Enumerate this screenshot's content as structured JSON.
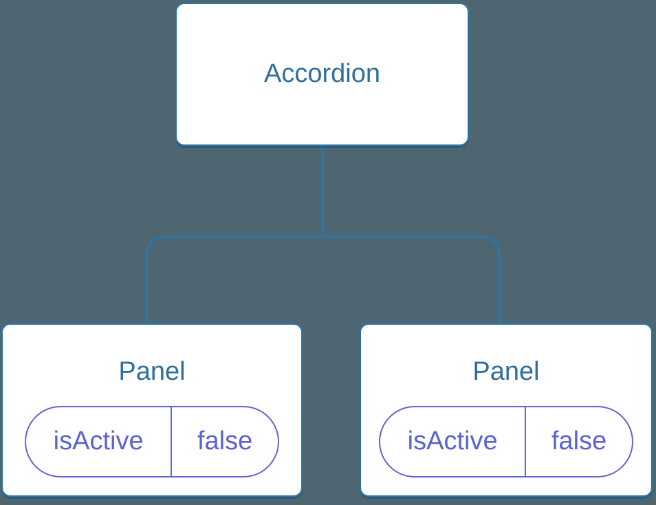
{
  "colors": {
    "background": "#4d6672",
    "line": "#2b75a9",
    "node_bg": "#ffffff",
    "node_text": "#2e6f9d",
    "state_accent": "#6165d0",
    "state_text": "#5b62d2"
  },
  "tree": {
    "root": {
      "label": "Accordion"
    },
    "children": [
      {
        "label": "Panel",
        "state": {
          "name": "isActive",
          "value": "false"
        }
      },
      {
        "label": "Panel",
        "state": {
          "name": "isActive",
          "value": "false"
        }
      }
    ]
  }
}
